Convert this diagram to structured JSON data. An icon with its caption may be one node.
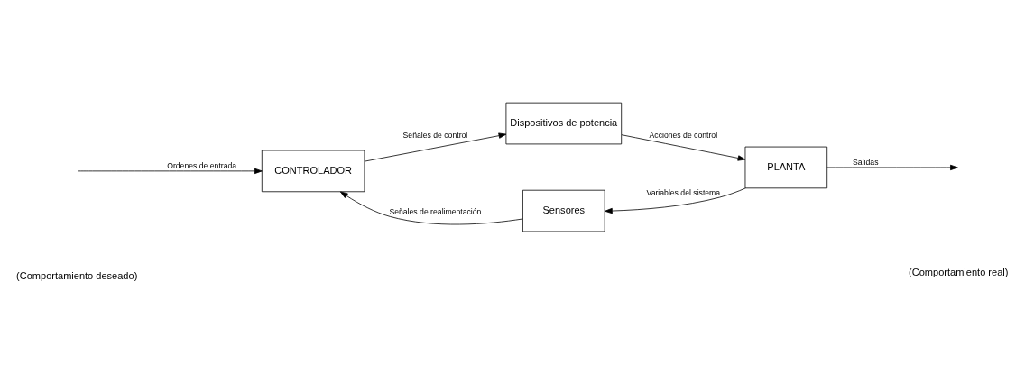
{
  "diagram": {
    "nodes": [
      {
        "text": [
          "Dispositivos de potencia"
        ]
      },
      {
        "text": [
          "CONTROLADOR"
        ]
      },
      {
        "text": [
          "PLANTA"
        ]
      },
      {
        "text": [
          "Sensores"
        ]
      }
    ],
    "edges": [
      {
        "from": null,
        "to": 1,
        "arrow": "to",
        "label": "Ordenes de entrada"
      },
      {
        "from": 1,
        "to": 0,
        "arrow": "to",
        "label": "Señales de control"
      },
      {
        "from": 0,
        "to": 2,
        "arrow": "to",
        "label": "Acciones de control"
      },
      {
        "from": 2,
        "to": null,
        "arrow": "to",
        "label": "Salidas"
      },
      {
        "from": 2,
        "to": 3,
        "arrow": "to",
        "label": "Variables del sistema"
      },
      {
        "from": 3,
        "to": 1,
        "arrow": "to",
        "label": "Señales de realimentación"
      }
    ],
    "labels": [
      "(Comportamiento deseado)",
      "(Comportamiento real)"
    ]
  }
}
